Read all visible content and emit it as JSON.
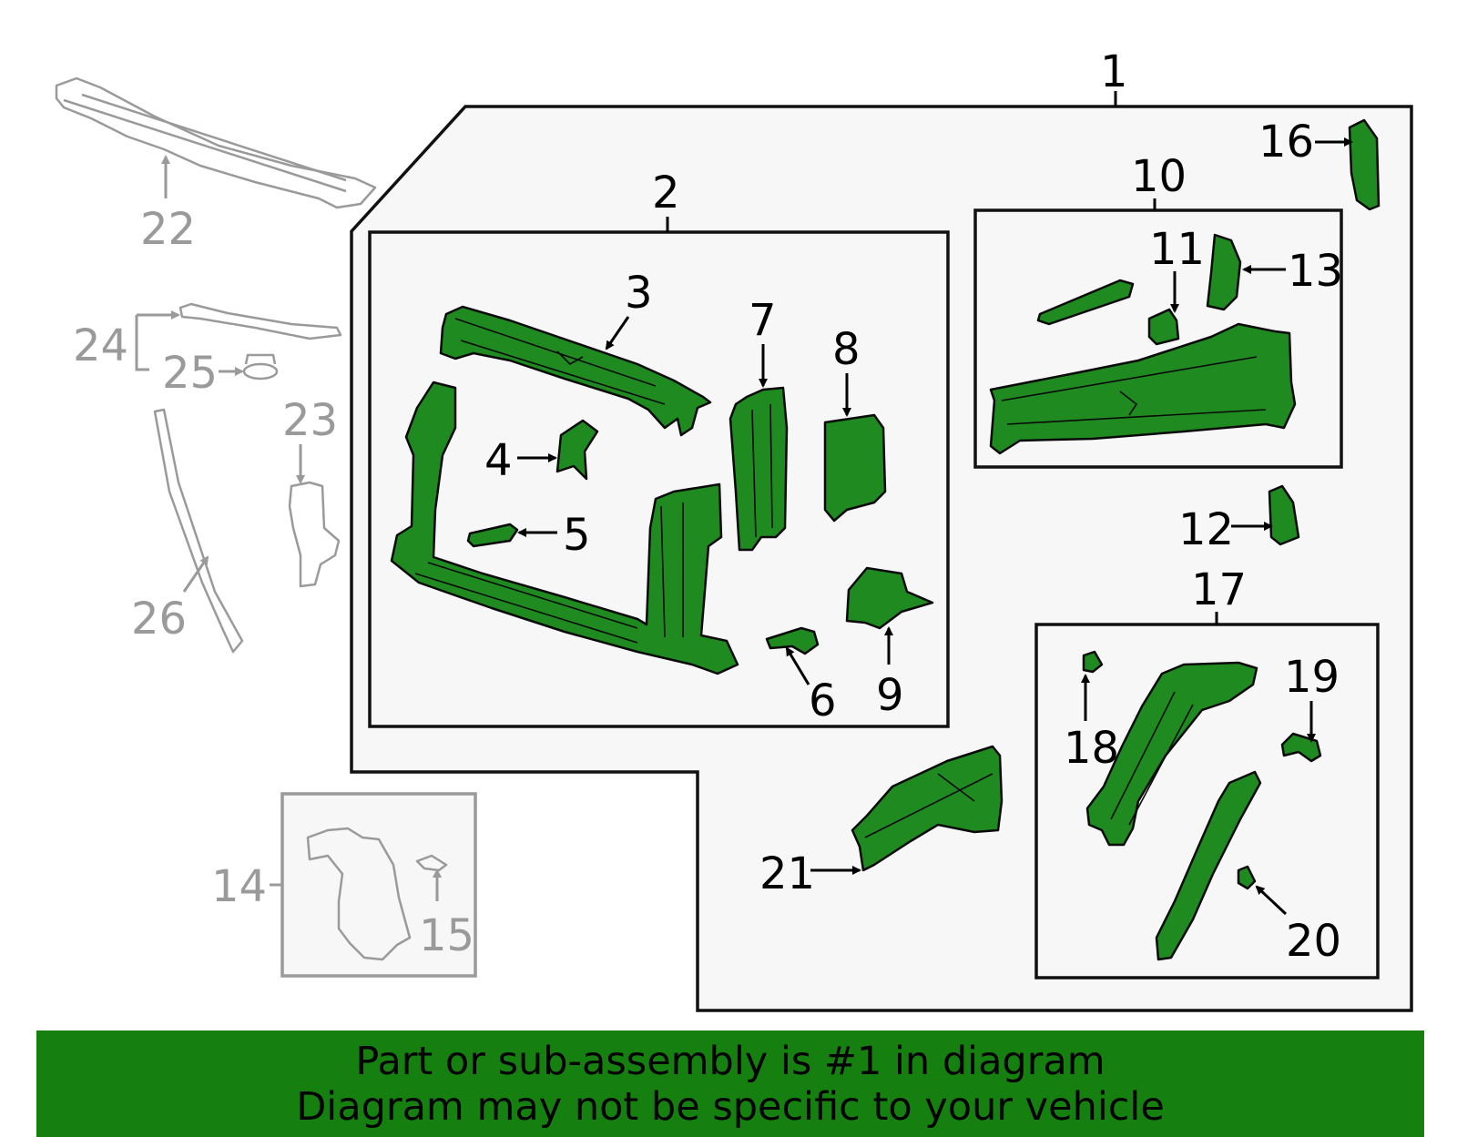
{
  "callouts": {
    "c1": "1",
    "c2": "2",
    "c3": "3",
    "c4": "4",
    "c5": "5",
    "c6": "6",
    "c7": "7",
    "c8": "8",
    "c9": "9",
    "c10": "10",
    "c11": "11",
    "c12": "12",
    "c13": "13",
    "c14": "14",
    "c15": "15",
    "c16": "16",
    "c17": "17",
    "c18": "18",
    "c19": "19",
    "c20": "20",
    "c21": "21",
    "c22": "22",
    "c23": "23",
    "c24": "24",
    "c25": "25",
    "c26": "26"
  },
  "colors": {
    "highlight_part": "#1f8a1f",
    "ghost_part": "#9a9a9a",
    "banner_bg": "#15800f"
  },
  "banner": {
    "line1": "Part or sub-assembly is #1 in diagram",
    "line2": "Diagram may not be specific to your vehicle"
  }
}
